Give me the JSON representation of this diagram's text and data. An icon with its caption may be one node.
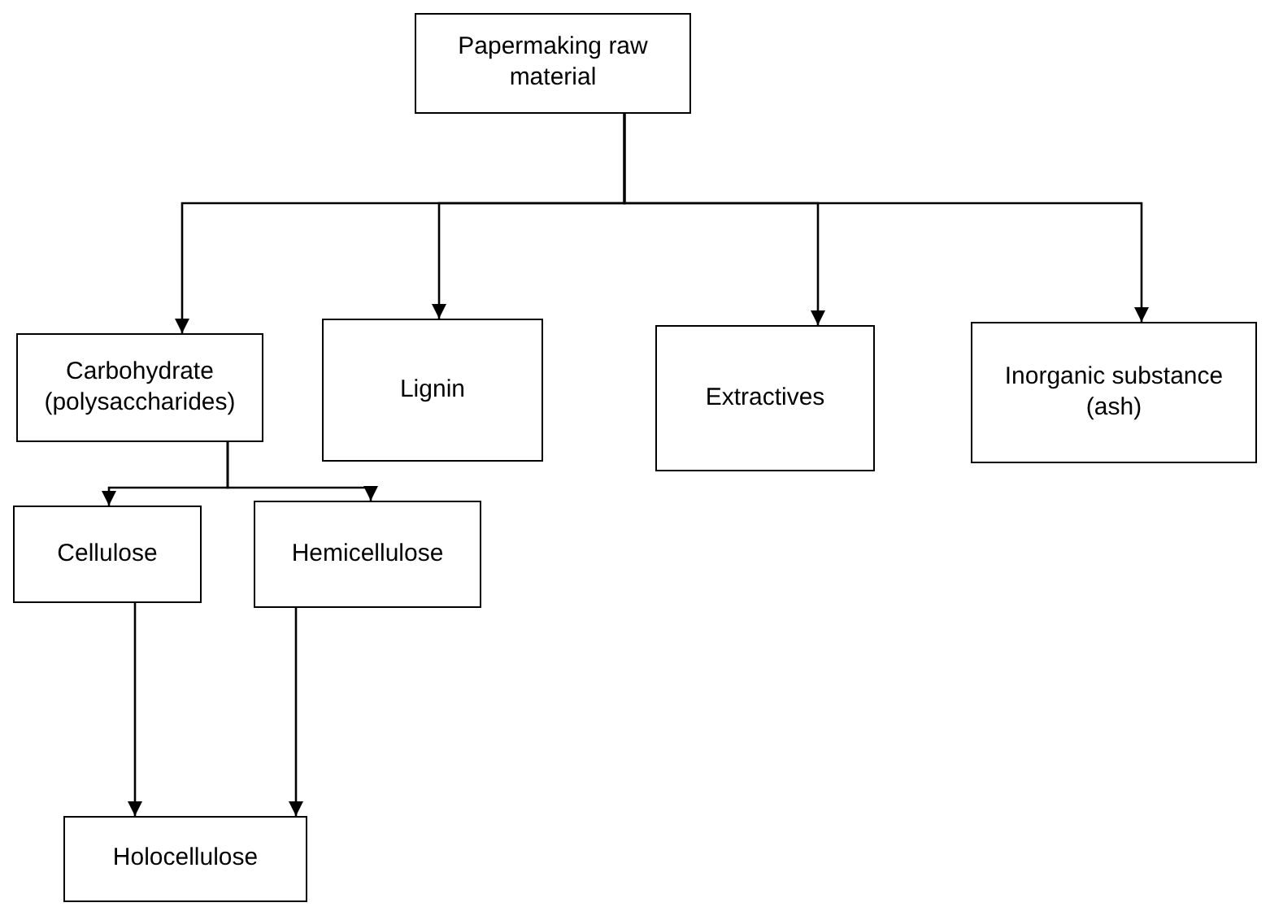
{
  "diagram": {
    "nodes": [
      {
        "text": [
          "Papermaking raw material"
        ]
      },
      {
        "text": [
          "Carbohydrate (polysaccharides)"
        ]
      },
      {
        "text": [
          "Lignin"
        ]
      },
      {
        "text": [
          "Extractives"
        ]
      },
      {
        "text": [
          "Inorganic substance (ash)"
        ]
      },
      {
        "text": [
          "Cellulose"
        ]
      },
      {
        "text": [
          "Hemicellulose"
        ]
      },
      {
        "text": [
          "Holocellulose"
        ]
      }
    ],
    "edges": [
      {
        "from": 0,
        "to": 1,
        "arrow": "to"
      },
      {
        "from": 0,
        "to": 2,
        "arrow": "to"
      },
      {
        "from": 0,
        "to": 3,
        "arrow": "to"
      },
      {
        "from": 0,
        "to": 4,
        "arrow": "to"
      },
      {
        "from": 1,
        "to": 5,
        "arrow": "to"
      },
      {
        "from": 1,
        "to": 6,
        "arrow": "to"
      },
      {
        "from": 5,
        "to": 7,
        "arrow": "to"
      },
      {
        "from": 6,
        "to": 7,
        "arrow": "to"
      }
    ]
  }
}
